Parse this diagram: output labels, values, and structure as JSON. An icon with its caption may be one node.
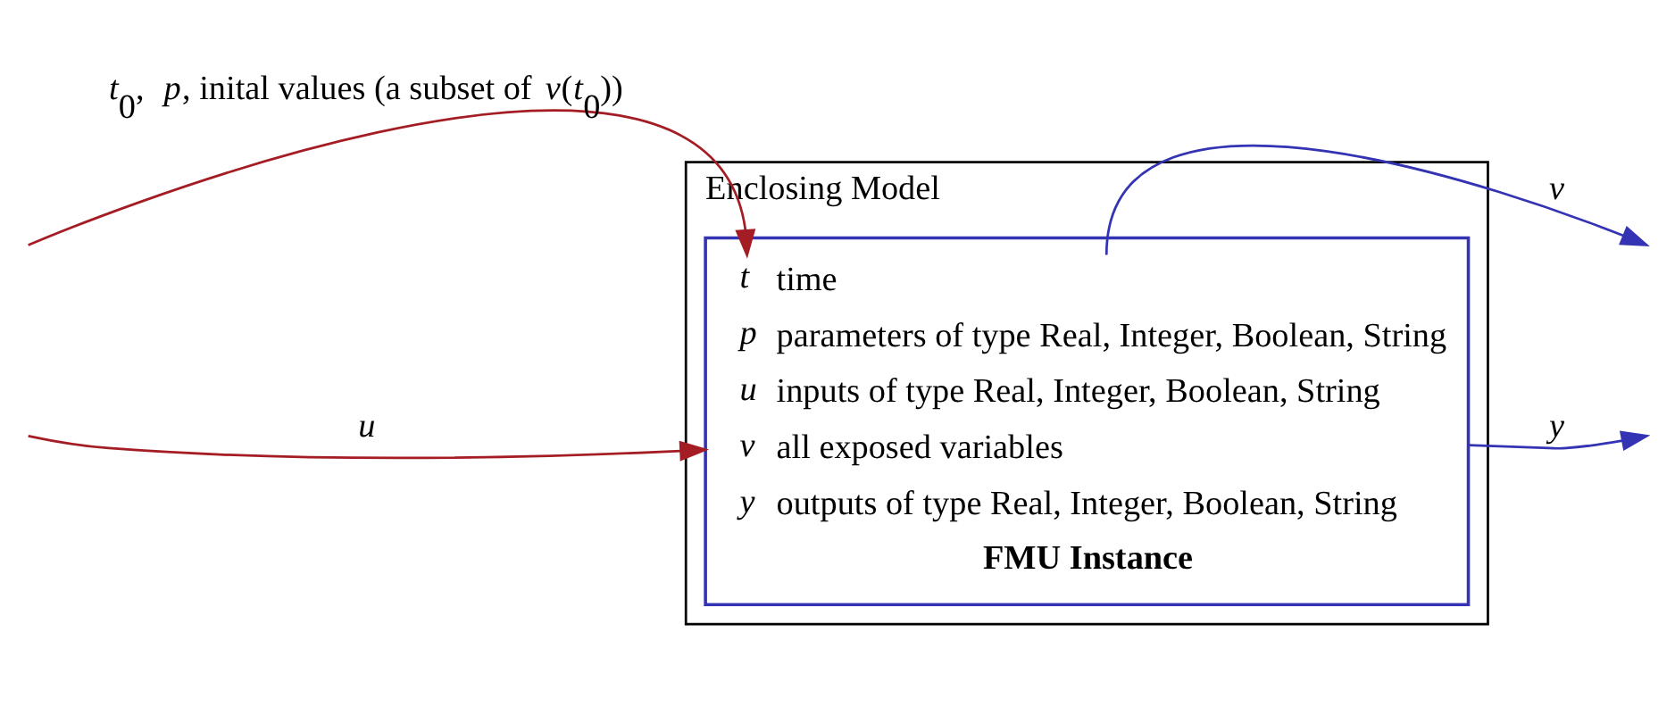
{
  "diagram": {
    "nodes": [
      {
        "text": [
          "Enclosing Model"
        ]
      },
      {
        "text": [
          "*t*",
          "time",
          "*p*",
          "parameters of type Real, Integer, Boolean, String",
          "*u*",
          "inputs of type Real, Integer, Boolean, String",
          "*v*",
          "all exposed variables",
          "*y*",
          "outputs of type Real, Integer, Boolean, String",
          "**FMU Instance**"
        ],
        "in": 0
      }
    ],
    "edges": [
      {
        "from": null,
        "to": 1,
        "arrow": "to",
        "label": "*t*$_{0}$, *p*, inital values (a subset of *v*(*t*$_{0}$))",
        "color": "#a51d24"
      },
      {
        "from": null,
        "to": 1,
        "arrow": "to",
        "label": "*u*",
        "color": "#a51d24"
      },
      {
        "from": 1,
        "to": null,
        "arrow": "to",
        "label": "*v*",
        "color": "#3333b3"
      },
      {
        "from": 1,
        "to": null,
        "arrow": "to",
        "label": "*y*",
        "color": "#3333b3"
      }
    ]
  }
}
